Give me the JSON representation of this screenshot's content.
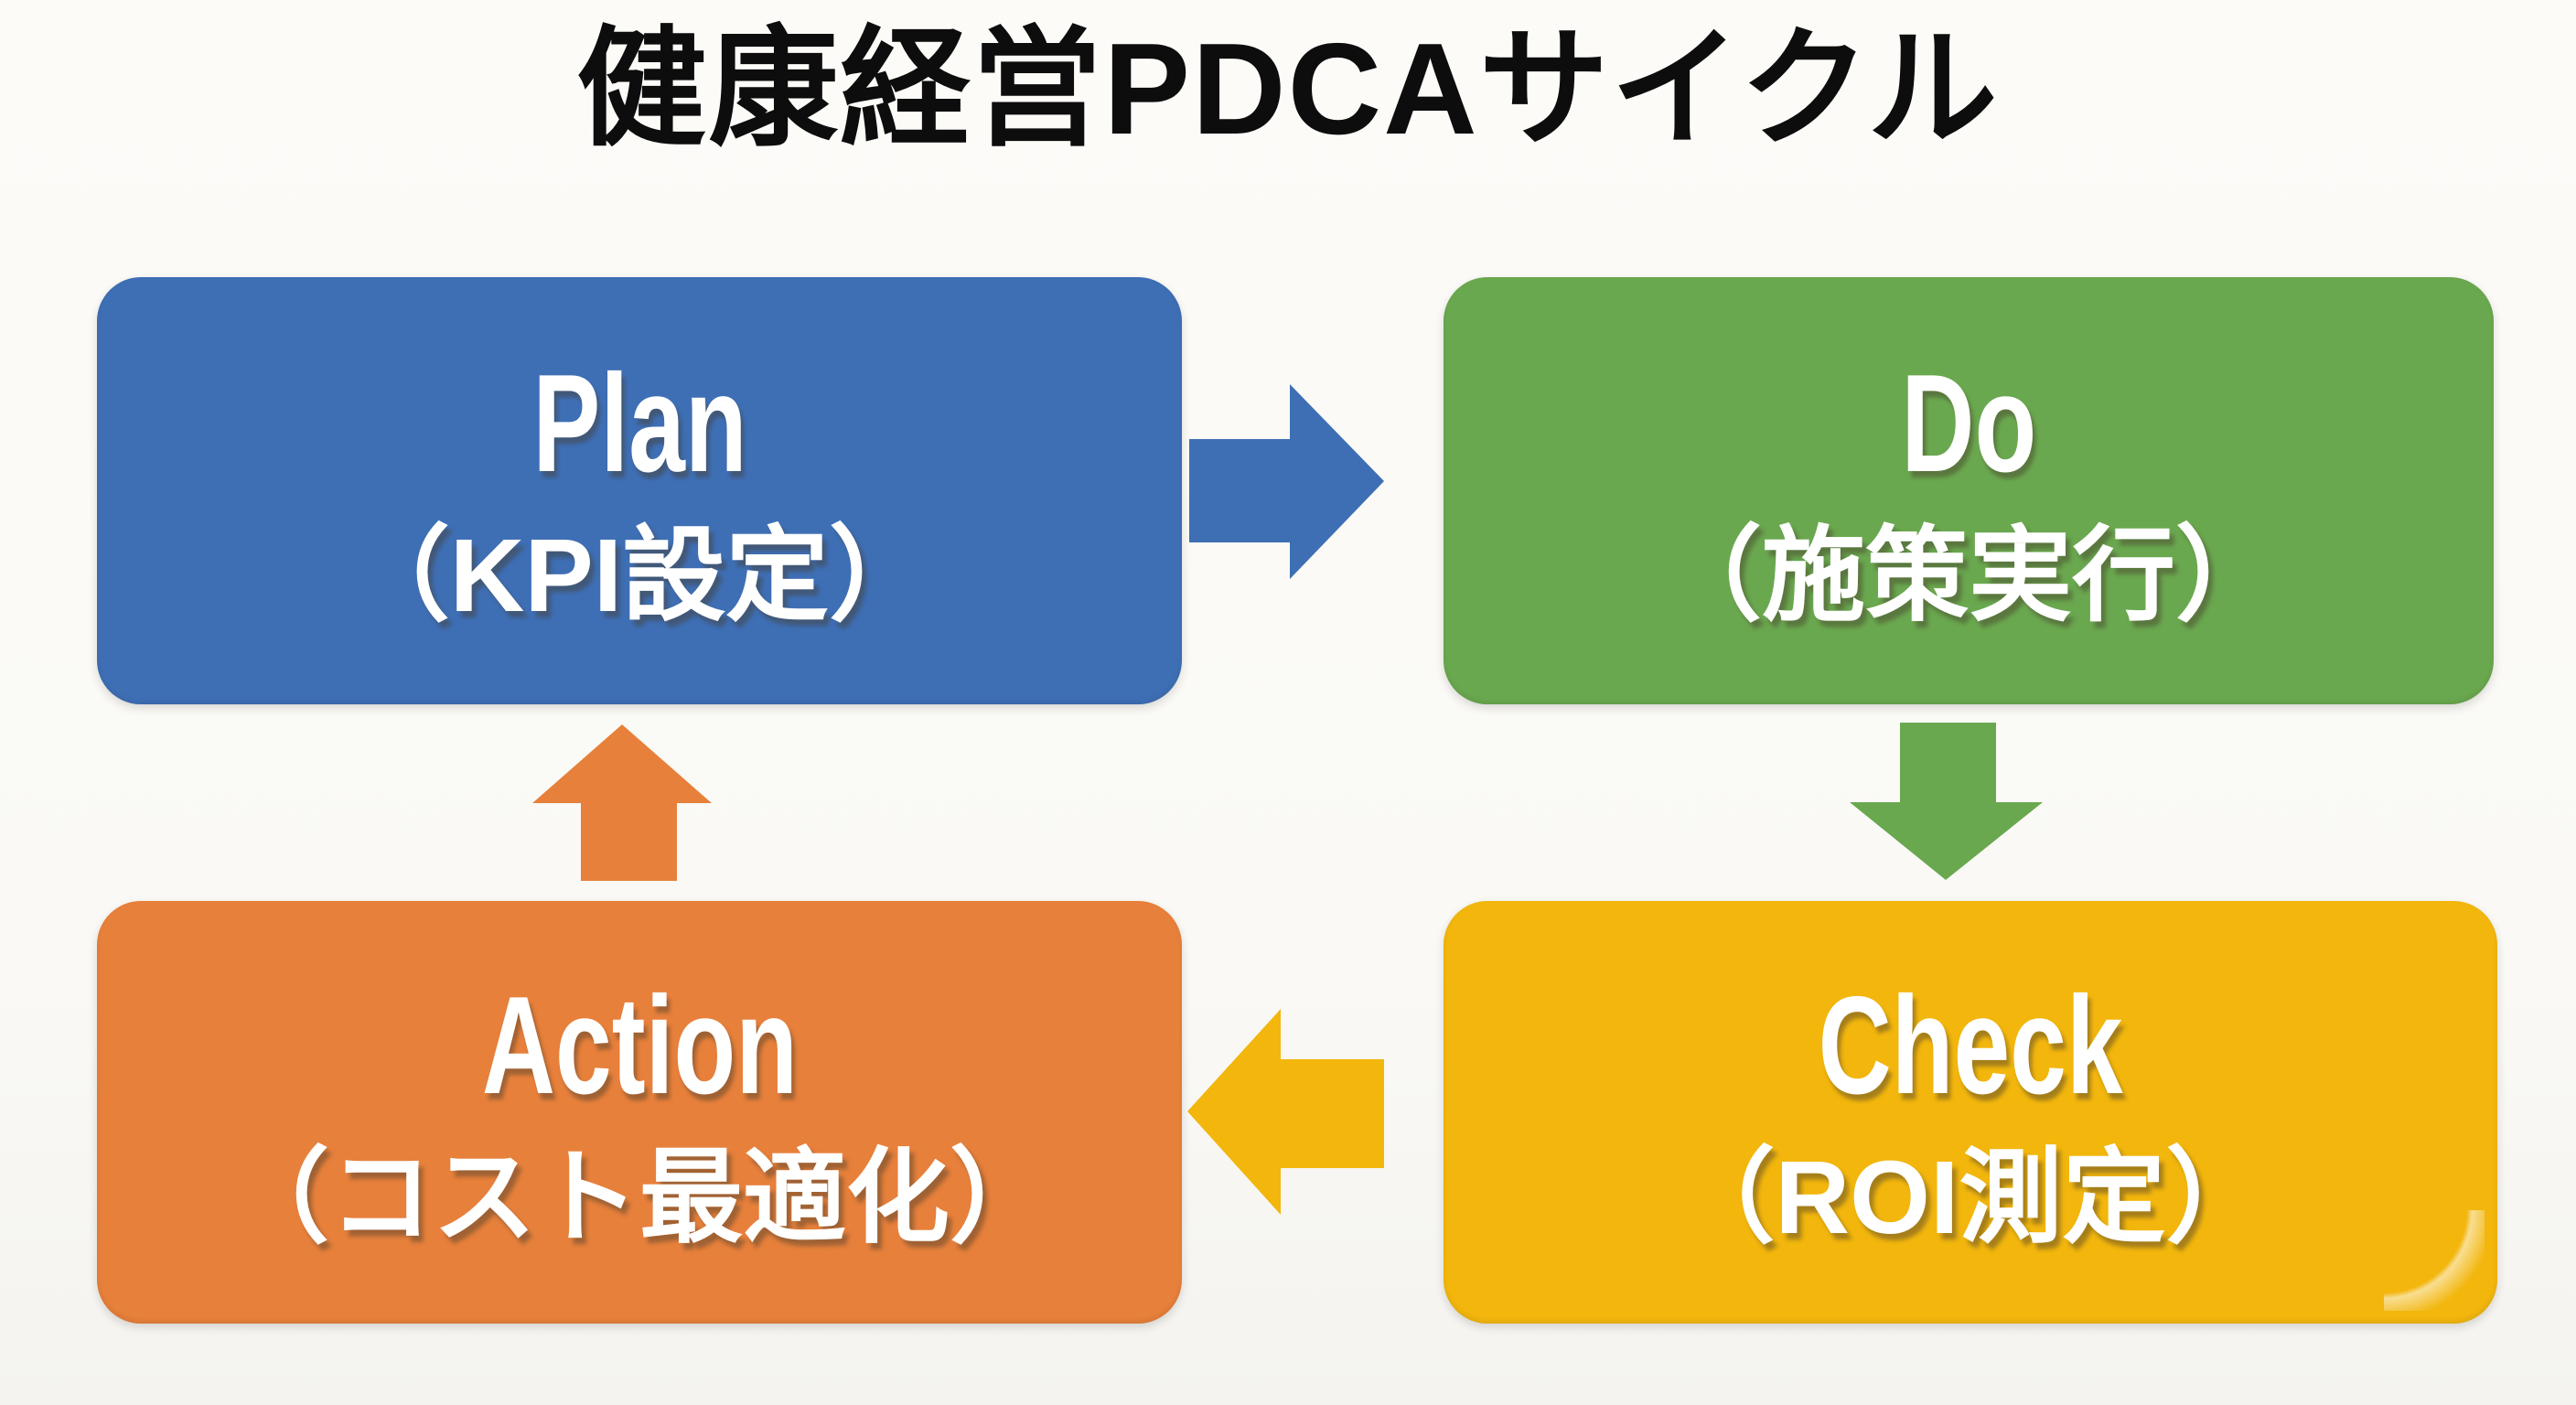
{
  "title": "健康経営PDCAサイクル",
  "colors": {
    "background": "#FBFAF7",
    "title_text": "#0D0D0D",
    "box_text": "#FFFFFF",
    "plan": "#3E6FB5",
    "do": "#6AA84F",
    "check": "#F2B60D",
    "action": "#E7803B"
  },
  "boxes": {
    "plan": {
      "label": "Plan",
      "sublabel": "（KPI設定）"
    },
    "do": {
      "label": "Do",
      "sublabel": "（施策実行）"
    },
    "check": {
      "label": "Check",
      "sublabel": "（ROI測定）"
    },
    "action": {
      "label": "Action",
      "sublabel": "（コスト最適化）"
    }
  },
  "arrows": {
    "plan_to_do": {
      "from": "Plan",
      "to": "Do",
      "direction": "right",
      "color": "#3E6FB5"
    },
    "do_to_check": {
      "from": "Do",
      "to": "Check",
      "direction": "down",
      "color": "#6AA84F"
    },
    "check_to_action": {
      "from": "Check",
      "to": "Action",
      "direction": "left",
      "color": "#F2B60D"
    },
    "action_to_plan": {
      "from": "Action",
      "to": "Plan",
      "direction": "up",
      "color": "#E7803B"
    }
  }
}
